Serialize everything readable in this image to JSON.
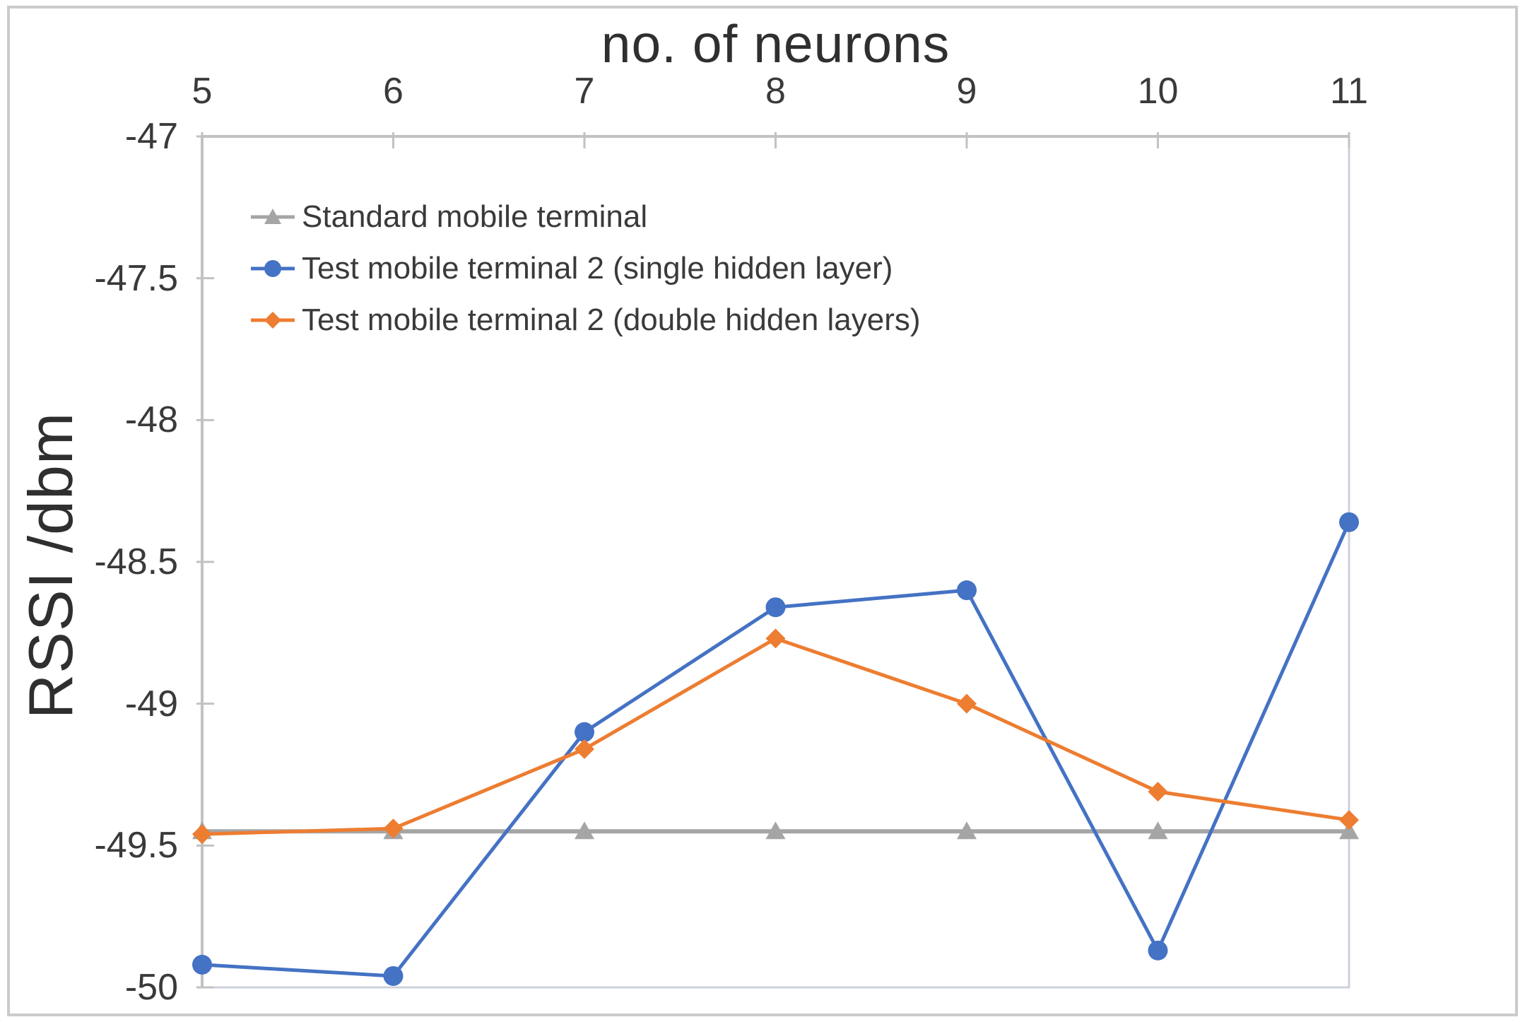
{
  "chart_data": {
    "type": "line",
    "title": "no. of neurons",
    "xlabel": "no. of neurons",
    "ylabel": "RSSI /dbm",
    "x": [
      5,
      6,
      7,
      8,
      9,
      10,
      11
    ],
    "x_tick_labels": [
      "5",
      "6",
      "7",
      "8",
      "9",
      "10",
      "11"
    ],
    "y_tick_values": [
      -47,
      -47.5,
      -48,
      -48.5,
      -49,
      -49.5,
      -50
    ],
    "y_tick_labels": [
      "-47",
      "-47.5",
      "-48",
      "-48.5",
      "-49",
      "-49.5",
      "-50"
    ],
    "ylim": [
      -50,
      -47
    ],
    "xlim": [
      5,
      11
    ],
    "grid": false,
    "legend_position": "inside-top-left",
    "axis_color": "#c2c2c2",
    "tick_color": "#c2c2c2",
    "text_color": "#3a3a3a",
    "series": [
      {
        "name": "Standard mobile terminal",
        "color": "#a5a5a5",
        "marker": "triangle",
        "line_width": 6,
        "values": [
          -49.45,
          -49.45,
          -49.45,
          -49.45,
          -49.45,
          -49.45,
          -49.45
        ]
      },
      {
        "name": "Test mobile terminal 2 (single hidden layer)",
        "color": "#4472c4",
        "marker": "circle",
        "line_width": 5,
        "values": [
          -49.92,
          -49.96,
          -49.1,
          -48.66,
          -48.6,
          -49.87,
          -48.36
        ]
      },
      {
        "name": "Test mobile terminal 2 (double hidden layers)",
        "color": "#ed7d31",
        "marker": "diamond",
        "line_width": 5,
        "values": [
          -49.46,
          -49.44,
          -49.16,
          -48.77,
          -49.0,
          -49.31,
          -49.41
        ]
      }
    ]
  }
}
